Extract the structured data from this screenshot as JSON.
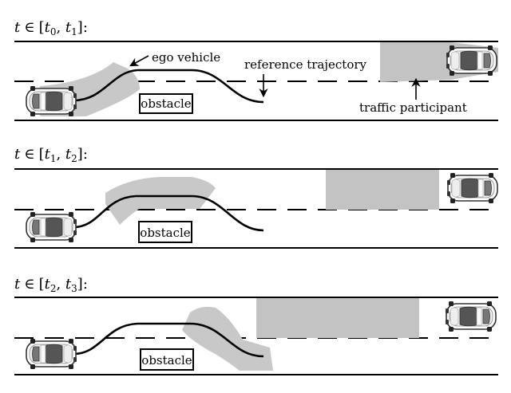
{
  "panels": [
    {
      "label": {
        "t": "t",
        "in": "∈",
        "lb": "[",
        "v1": "t",
        "s1": "0",
        "comma": ", ",
        "v2": "t",
        "s2": "1",
        "rb": "]:"
      },
      "obstacle": "obstacle",
      "annotations": {
        "ego_vehicle": "ego vehicle",
        "reference_trajectory": "reference trajectory",
        "traffic_participant": "traffic participant"
      }
    },
    {
      "label": {
        "t": "t",
        "in": "∈",
        "lb": "[",
        "v1": "t",
        "s1": "1",
        "comma": ", ",
        "v2": "t",
        "s2": "2",
        "rb": "]:"
      },
      "obstacle": "obstacle"
    },
    {
      "label": {
        "t": "t",
        "in": "∈",
        "lb": "[",
        "v1": "t",
        "s1": "2",
        "comma": ", ",
        "v2": "t",
        "s2": "3",
        "rb": "]:"
      },
      "obstacle": "obstacle"
    }
  ],
  "colors": {
    "road_line": "#000000",
    "occupancy": "#c8c8c8",
    "traffic_region": "#c3c3c3",
    "car_body": "#ffffff",
    "car_outline": "#333333"
  },
  "icons": [
    "car-icon",
    "arrow-icon"
  ]
}
